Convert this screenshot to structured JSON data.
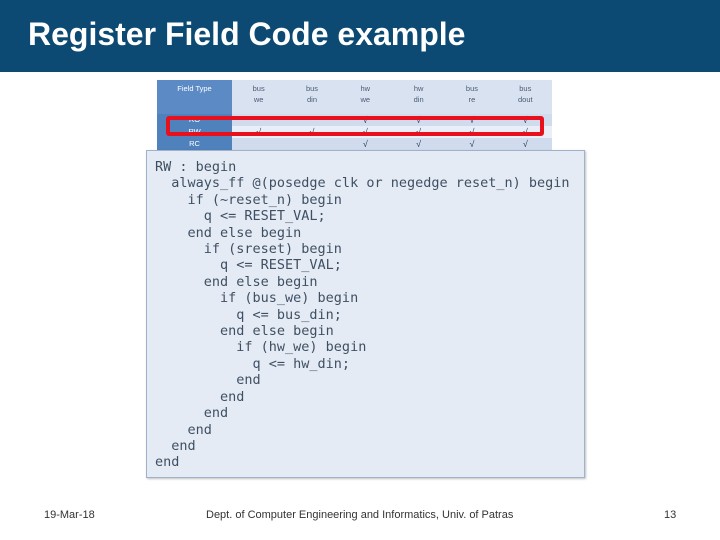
{
  "slide": {
    "title": "Register Field Code example"
  },
  "table": {
    "headers": [
      "Field Type",
      "bus\nwe",
      "bus\ndin",
      "hw\nwe",
      "hw\ndin",
      "bus\nre",
      "bus\ndout"
    ],
    "rows": [
      {
        "type": "RO",
        "cells": [
          "",
          "",
          "√",
          "√",
          "√",
          "√"
        ]
      },
      {
        "type": "RW",
        "cells": [
          "√",
          "√",
          "√",
          "√",
          "√",
          "√"
        ]
      },
      {
        "type": "RC",
        "cells": [
          "",
          "",
          "√",
          "√",
          "√",
          "√"
        ]
      }
    ]
  },
  "code": {
    "lines": [
      "RW : begin",
      "  always_ff @(posedge clk or negedge reset_n) begin",
      "    if (~reset_n) begin",
      "      q <= RESET_VAL;",
      "    end else begin",
      "      if (sreset) begin",
      "        q <= RESET_VAL;",
      "      end else begin",
      "        if (bus_we) begin",
      "          q <= bus_din;",
      "        end else begin",
      "          if (hw_we) begin",
      "            q <= hw_din;",
      "          end",
      "        end",
      "      end",
      "    end",
      "  end",
      "end"
    ]
  },
  "footer": {
    "date": "19-Mar-18",
    "department": "Dept. of Computer Engineering and Informatics, Univ. of Patras",
    "page": "13"
  },
  "colors": {
    "title_bar": "#0d4a73",
    "highlight": "#e8101d",
    "table_header": "#4f81bd",
    "code_bg": "#e4ebf4"
  }
}
